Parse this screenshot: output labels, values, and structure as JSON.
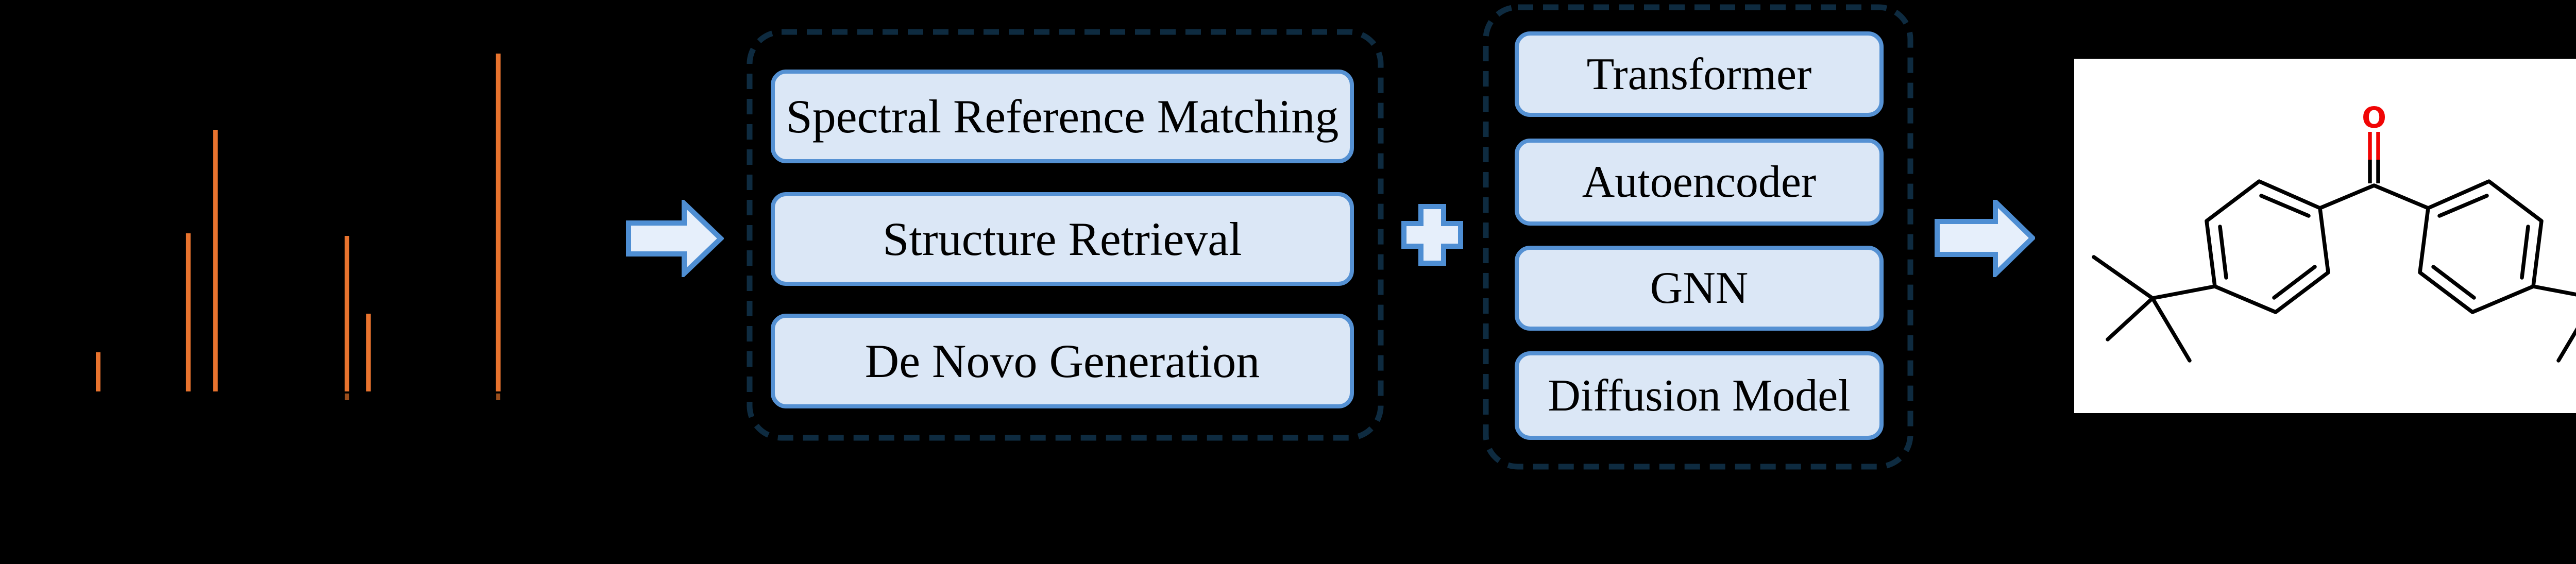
{
  "palette": {
    "peak_orange": "#E8732E",
    "tick_orange": "#9A4D1C",
    "box_fill": "#DBE7F6",
    "box_border": "#5591D3",
    "shape_fill": "#E6EFFB",
    "shape_border": "#4E8ED3",
    "dashed_border": "#0E2B40",
    "text": "#000000",
    "molecule_bond": "#000000",
    "molecule_oxygen": "#F00505",
    "molecule_panel_bg": "#FFFFFF",
    "bg": "#000000"
  },
  "chart_data": {
    "type": "bar",
    "title": "",
    "xlabel": "",
    "ylabel": "",
    "axes_visible": false,
    "description": "Mass spectrum stick plot, orange peaks on black background, no visible axis labels",
    "bar_color": "#E8732E",
    "peaks": [
      {
        "x_frac": 0.055,
        "rel_intensity": 0.116
      },
      {
        "x_frac": 0.214,
        "rel_intensity": 0.468
      },
      {
        "x_frac": 0.262,
        "rel_intensity": 0.774
      },
      {
        "x_frac": 0.494,
        "rel_intensity": 0.46
      },
      {
        "x_frac": 0.532,
        "rel_intensity": 0.23
      },
      {
        "x_frac": 0.761,
        "rel_intensity": 1.0
      }
    ],
    "baseline_ticks_x_frac": [
      0.494,
      0.761
    ]
  },
  "methods_group": {
    "items": [
      {
        "label": "Spectral Reference Matching"
      },
      {
        "label": "Structure Retrieval"
      },
      {
        "label": "De Novo Generation"
      }
    ]
  },
  "models_group": {
    "items": [
      {
        "label": "Transformer"
      },
      {
        "label": "Autoencoder"
      },
      {
        "label": "GNN"
      },
      {
        "label": "Diffusion Model"
      }
    ]
  },
  "molecule": {
    "oxygen_label": "O"
  }
}
